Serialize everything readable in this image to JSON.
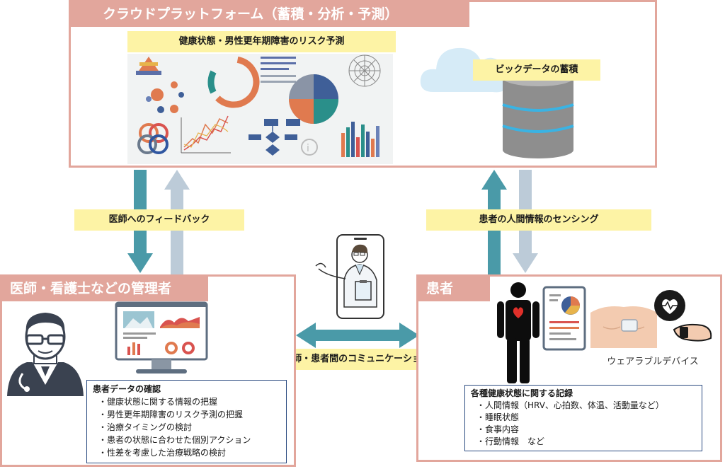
{
  "cloud": {
    "title": "クラウドプラットフォーム（蓄積・分析・予測）",
    "risk_label": "健康状態・男性更年期障害のリスク予測",
    "bigdata_label": "ビックデータの蓄積"
  },
  "arrows": {
    "feedback_label": "医師へのフィードバック",
    "sensing_label": "患者の人間情報のセンシング",
    "communication_label": "医師・患者間のコミュニケーション"
  },
  "doctor": {
    "title": "医師・看護士などの管理者",
    "box_title": "患者データの確認",
    "items": [
      "健康状態に関する情報の把握",
      "男性更年期障害のリスク予測の把握",
      "治療タイミングの検討",
      "患者の状態に合わせた個別アクション",
      "性差を考慮した治療戦略の検討"
    ]
  },
  "patient": {
    "title": "患者",
    "wearable_label": "ウェアラブルデバイス",
    "box_title": "各種健康状態に関する記録",
    "items": [
      "人間情報（HRV、心拍数、体温、活動量など）",
      "睡眠状態",
      "食事内容",
      "行動情報　など"
    ]
  },
  "colors": {
    "panel_border": "#e2a69c",
    "label_bg": "#fdf3a5",
    "arrow_teal": "#4a9aa8",
    "arrow_light": "#bccbd8",
    "box_border": "#2a4a80"
  }
}
